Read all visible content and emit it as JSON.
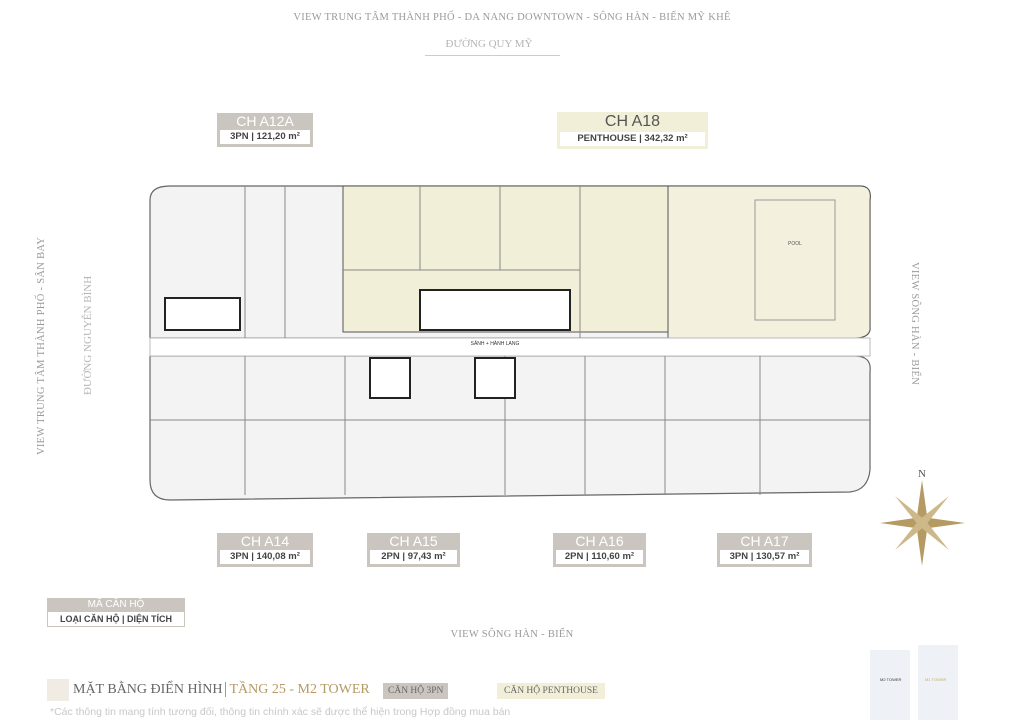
{
  "header": {
    "view_top": "VIEW TRUNG TÂM THÀNH PHỐ -  DA NANG DOWNTOWN - SÔNG HÀN - BIỂN MỸ  KHÊ",
    "road_top": "ĐƯỜNG QUY MỸ"
  },
  "sides": {
    "left_view": "VIEW TRUNG TÂM THÀNH PHỐ - SÂN BAY",
    "left_road": "ĐƯỜNG NGUYỄN BÌNH",
    "right_view": "VIEW SÔNG HÀN - BIỂN",
    "bottom_view": "VIEW SÔNG HÀN - BIỂN"
  },
  "units": [
    {
      "code": "CH A12A",
      "type": "3PN",
      "area": "121,20 m²",
      "style": "grey"
    },
    {
      "code": "CH A18",
      "type": "PENTHOUSE",
      "area": "342,32 m²",
      "style": "yellow"
    },
    {
      "code": "CH A14",
      "type": "3PN",
      "area": "140,08 m²",
      "style": "grey"
    },
    {
      "code": "CH A15",
      "type": "2PN",
      "area": "97,43 m²",
      "style": "grey"
    },
    {
      "code": "CH A16",
      "type": "2PN",
      "area": "110,60 m²",
      "style": "grey"
    },
    {
      "code": "CH A17",
      "type": "3PN",
      "area": "130,57 m²",
      "style": "grey"
    }
  ],
  "plan_labels": {
    "lobby": "SẢNH + HÀNH LANG",
    "pool": "POOL",
    "compass": "N"
  },
  "legend": {
    "code": "MÃ CĂN HỘ",
    "detail": "LOẠI CĂN HỘ  |  DIỆN TÍCH"
  },
  "footer": {
    "title": "MẶT BẰNG ĐIỂN HÌNH",
    "floor": "TẦNG 25 - M2 TOWER",
    "key_3pn": "CĂN HỘ 3PN",
    "key_penthouse": "CĂN HỘ PENTHOUSE",
    "disclaimer": "*Các thông tin mang tính tương đối, thông tin chính xác sẽ được thể hiện trong Hợp đồng mua bán",
    "tower_m2": "M2 TOWER",
    "tower_m1": "M1 TOWER"
  },
  "colors": {
    "grey_key": "#cbc5c0",
    "penthouse": "#f1efd7",
    "gold": "#b59a63"
  }
}
